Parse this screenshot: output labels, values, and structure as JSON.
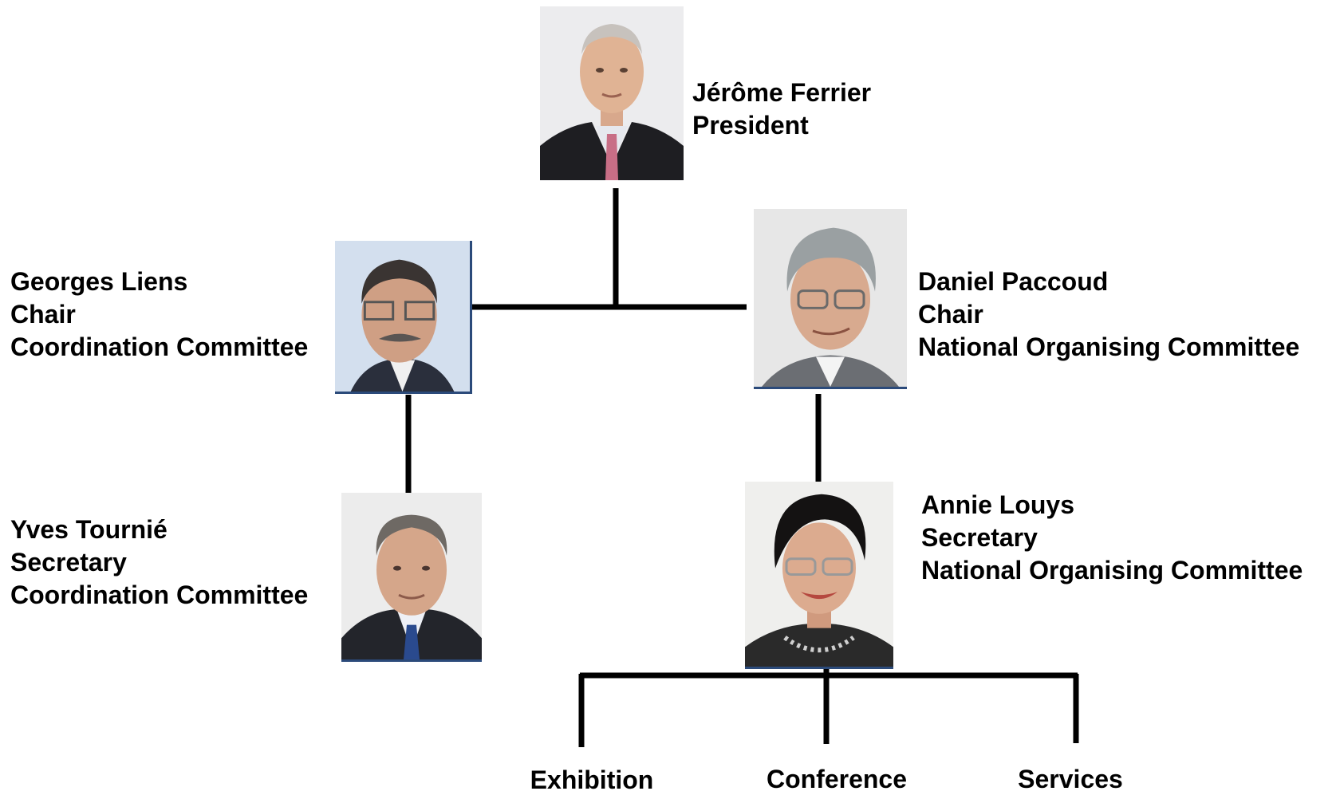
{
  "people": {
    "president": {
      "name": "Jérôme Ferrier",
      "role": "President",
      "unit": ""
    },
    "coord_chair": {
      "name": "Georges Liens",
      "role": "Chair",
      "unit": "Coordination Committee"
    },
    "noc_chair": {
      "name": "Daniel Paccoud",
      "role": "Chair",
      "unit": "National Organising Committee"
    },
    "coord_secretary": {
      "name": "Yves Tournié",
      "role": "Secretary",
      "unit": "Coordination Committee"
    },
    "noc_secretary": {
      "name": "Annie Louys",
      "role": "Secretary",
      "unit": "National Organising Committee"
    }
  },
  "units": {
    "exhibition": "Exhibition",
    "conference": "Conference",
    "services": "Services"
  },
  "colors": {
    "line": "#000000",
    "photo_border": "#2b4a7a",
    "photo_bg": "#e9e9ea"
  }
}
